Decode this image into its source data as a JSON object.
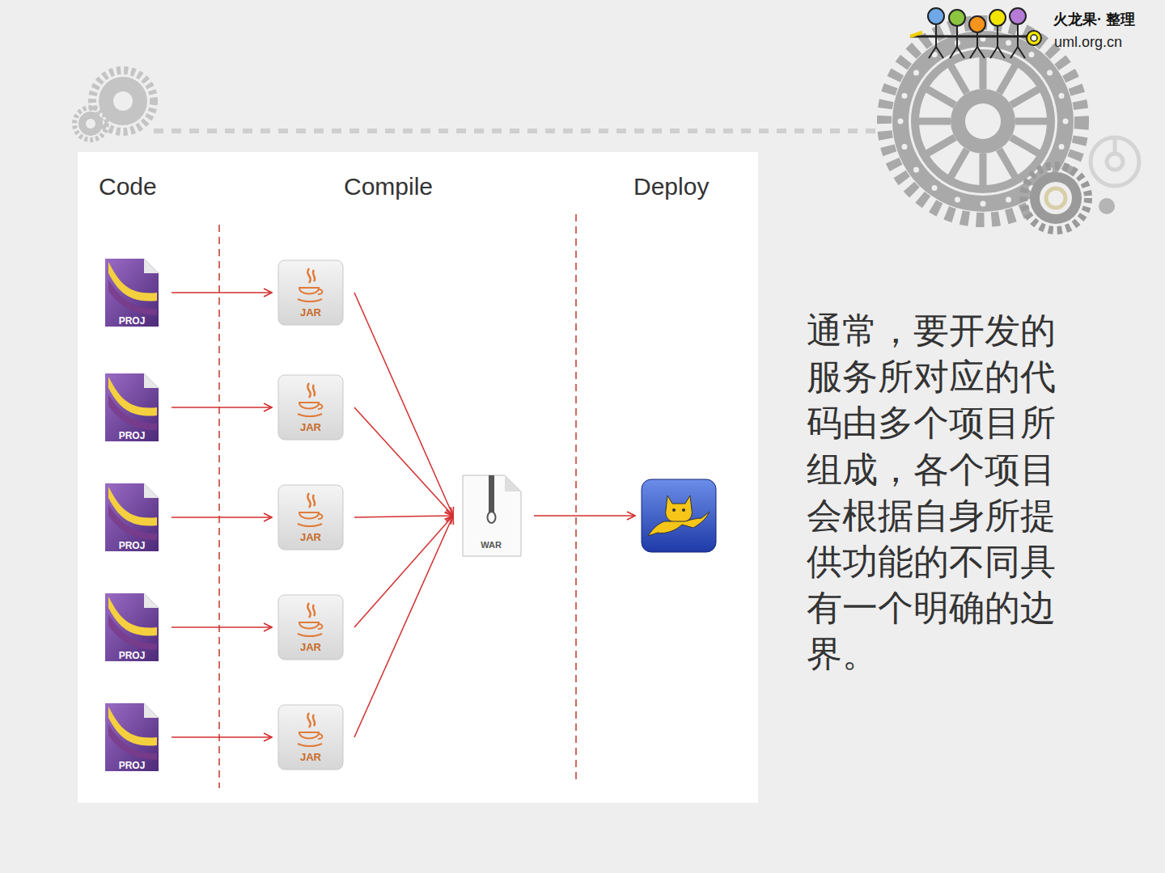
{
  "diagram": {
    "nodes": [
      {
        "text": [
          "PROJ"
        ]
      },
      {
        "text": [
          "PROJ"
        ]
      },
      {
        "text": [
          "PROJ"
        ]
      },
      {
        "text": [
          "PROJ"
        ]
      },
      {
        "text": [
          "PROJ"
        ]
      },
      {
        "text": [
          "JAR"
        ]
      },
      {
        "text": [
          "JAR"
        ]
      },
      {
        "text": [
          "JAR"
        ]
      },
      {
        "text": [
          "JAR"
        ]
      },
      {
        "text": [
          "JAR"
        ]
      },
      {
        "text": [
          "WAR"
        ]
      },
      {
        "text": []
      }
    ],
    "edges": [
      {
        "from": 0,
        "to": 5,
        "arrow": "to"
      },
      {
        "from": 1,
        "to": 6,
        "arrow": "to"
      },
      {
        "from": 2,
        "to": 7,
        "arrow": "to"
      },
      {
        "from": 3,
        "to": 8,
        "arrow": "to"
      },
      {
        "from": 4,
        "to": 9,
        "arrow": "to"
      },
      {
        "from": 5,
        "to": 10,
        "arrow": "to"
      },
      {
        "from": 6,
        "to": 10,
        "arrow": "to"
      },
      {
        "from": 7,
        "to": 10,
        "arrow": "to"
      },
      {
        "from": 8,
        "to": 10,
        "arrow": "to"
      },
      {
        "from": 9,
        "to": 10,
        "arrow": "to"
      },
      {
        "from": 10,
        "to": 11,
        "arrow": "to"
      }
    ],
    "labels": [
      "火龙果· 整理",
      "uml.org.cn",
      "Code",
      "Compile",
      "Deploy",
      "通常，要开发的服务所对应的代码由多个项目所组成，各个项目会根据自身所提供功能的不同具有一个明确的边界。"
    ]
  }
}
